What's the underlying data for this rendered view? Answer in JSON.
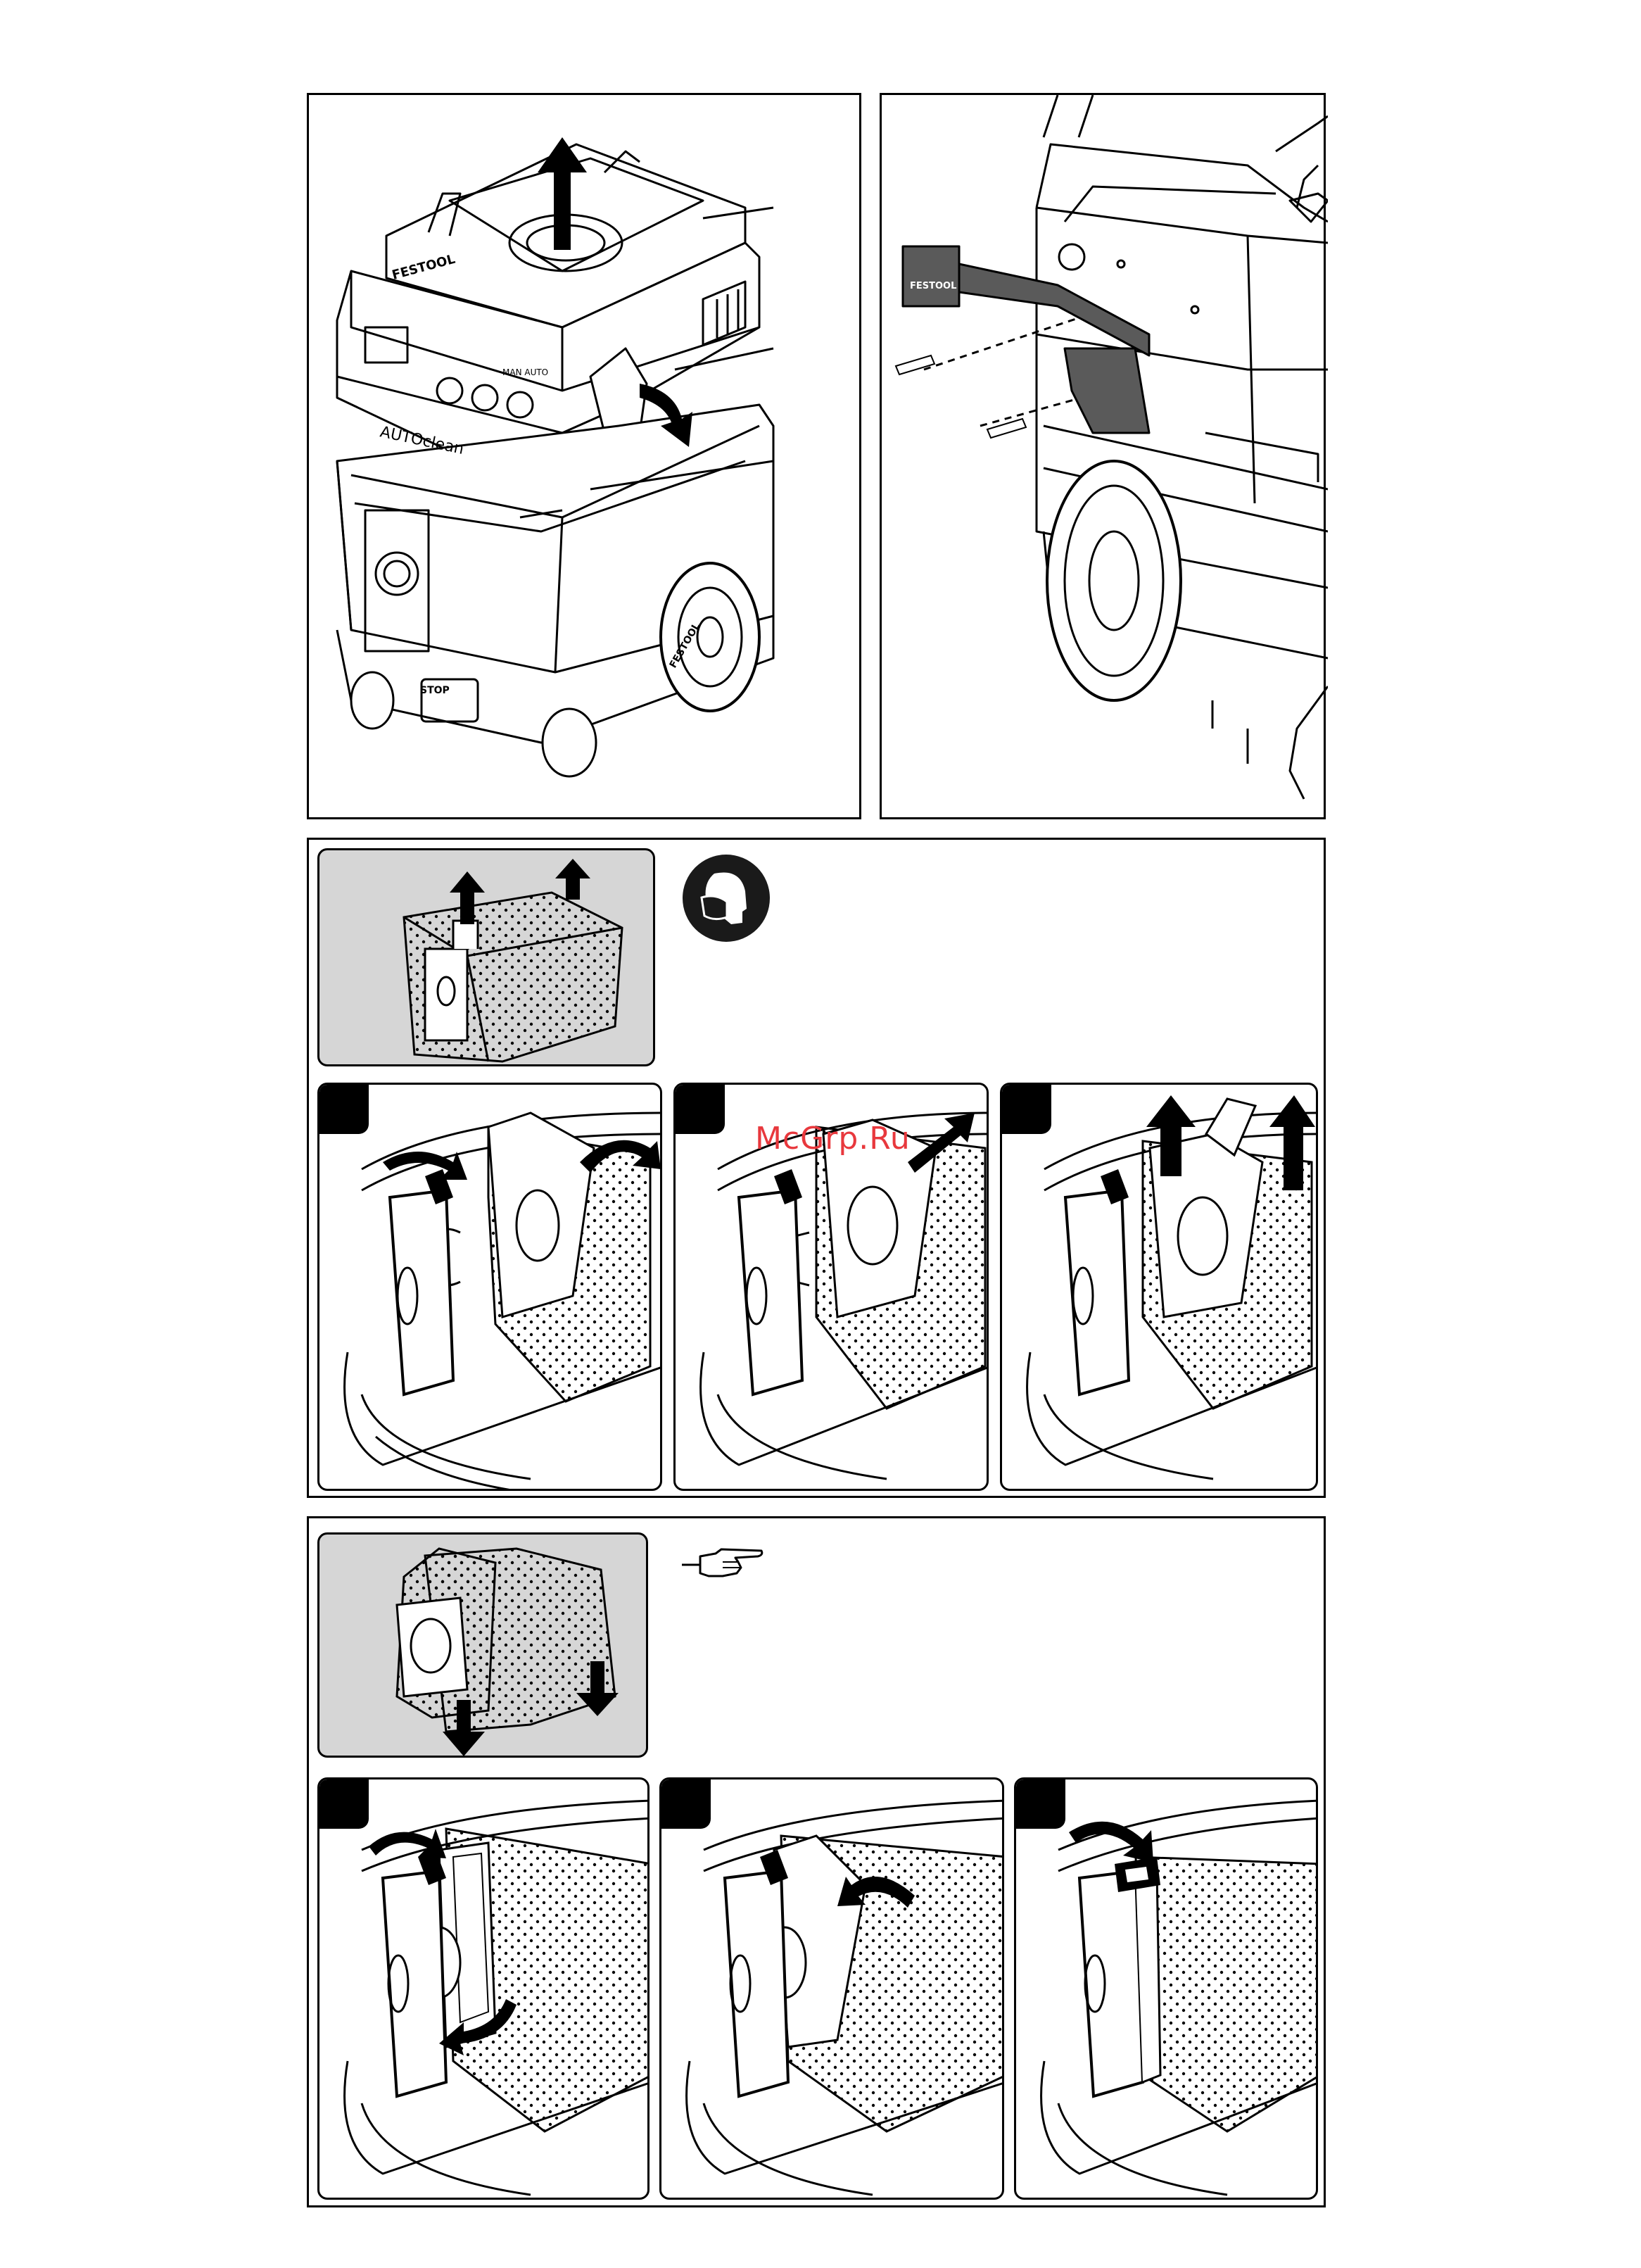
{
  "watermark": "McGrp.Ru",
  "brand": "FESTOOL",
  "machine_labels": {
    "autoclean": "AUTOclean",
    "dial": "MAN  AUTO",
    "stop": "STOP"
  },
  "icons": {
    "mask": "dust-mask-person-icon",
    "hint": "pointing-hand-icon"
  },
  "colors": {
    "line": "#000000",
    "panel_gray": "#d6d6d6",
    "watermark": "#e8383d"
  }
}
